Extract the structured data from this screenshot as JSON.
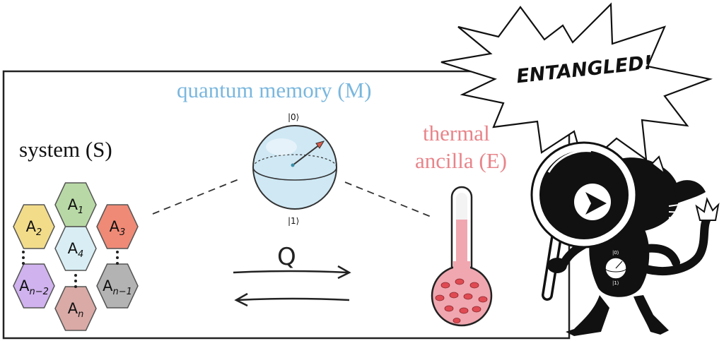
{
  "labels": {
    "system": "system (S)",
    "memory": "quantum memory (M)",
    "thermal_line1": "thermal",
    "thermal_line2": "ancilla (E)",
    "burst": "ENTANGLED!",
    "ket0": "|0⟩",
    "ket1": "|1⟩",
    "symbol_q": "Q"
  },
  "hexagons": [
    {
      "label": "A",
      "sub": "1",
      "color": "#b8d9a5"
    },
    {
      "label": "A",
      "sub": "2",
      "color": "#f2dc8a"
    },
    {
      "label": "A",
      "sub": "3",
      "color": "#ef8a76"
    },
    {
      "label": "A",
      "sub": "4",
      "color": "#d8eef4"
    },
    {
      "label": "A",
      "sub": "n−2",
      "color": "#cfb2ee"
    },
    {
      "label": "A",
      "sub": "n−1",
      "color": "#b3b3b3"
    },
    {
      "label": "A",
      "sub": "n",
      "color": "#d9aaa6"
    }
  ],
  "colors": {
    "memory": "#7ab7de",
    "thermal": "#e8848a",
    "sphere_fill": "#cfe8f4",
    "arrow_red": "#d95a4a",
    "thermo_fill": "#f0a7b0"
  }
}
